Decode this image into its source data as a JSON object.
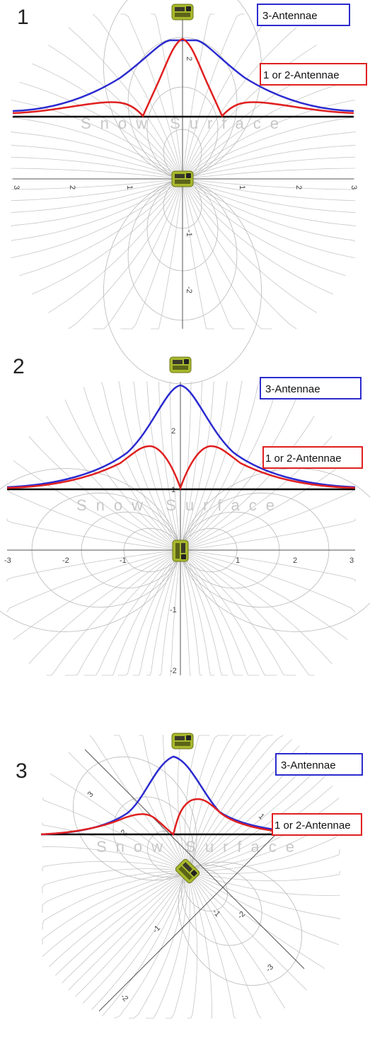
{
  "panels": [
    {
      "number": "1",
      "legend_three": "3-Antennae",
      "legend_one_two": "1 or 2-Antennae",
      "snow_label": "Snow Surface",
      "x_ticks": [
        "3",
        "2",
        "1",
        "1",
        "2",
        "3"
      ],
      "y_ticks": [
        "2",
        "-1",
        "-2"
      ],
      "transmitter_orientation": "horizontal"
    },
    {
      "number": "2",
      "legend_three": "3-Antennae",
      "legend_one_two": "1 or 2-Antennae",
      "snow_label": "Snow Surface",
      "x_ticks": [
        "-3",
        "-2",
        "-1",
        "1",
        "2",
        "3"
      ],
      "y_ticks": [
        "2",
        "1",
        "-1",
        "-2"
      ],
      "transmitter_orientation": "vertical"
    },
    {
      "number": "3",
      "legend_three": "3-Antennae",
      "legend_one_two": "1 or 2-Antennae",
      "snow_label": "Snow Surface",
      "x_ticks": [
        "3",
        "2",
        "-1",
        "-2",
        "-3"
      ],
      "y_ticks": [
        "1",
        "-1",
        "-2"
      ],
      "transmitter_orientation": "tilted 45°"
    }
  ],
  "colors": {
    "three_antennae": "#2b2bcf",
    "one_two_antennae": "#e02020",
    "field_lines": "#b8b8b8",
    "surface": "#000000",
    "device_body": "#9fb02a"
  },
  "icons": [
    "transceiver-receiver-icon",
    "transceiver-transmitter-icon"
  ]
}
